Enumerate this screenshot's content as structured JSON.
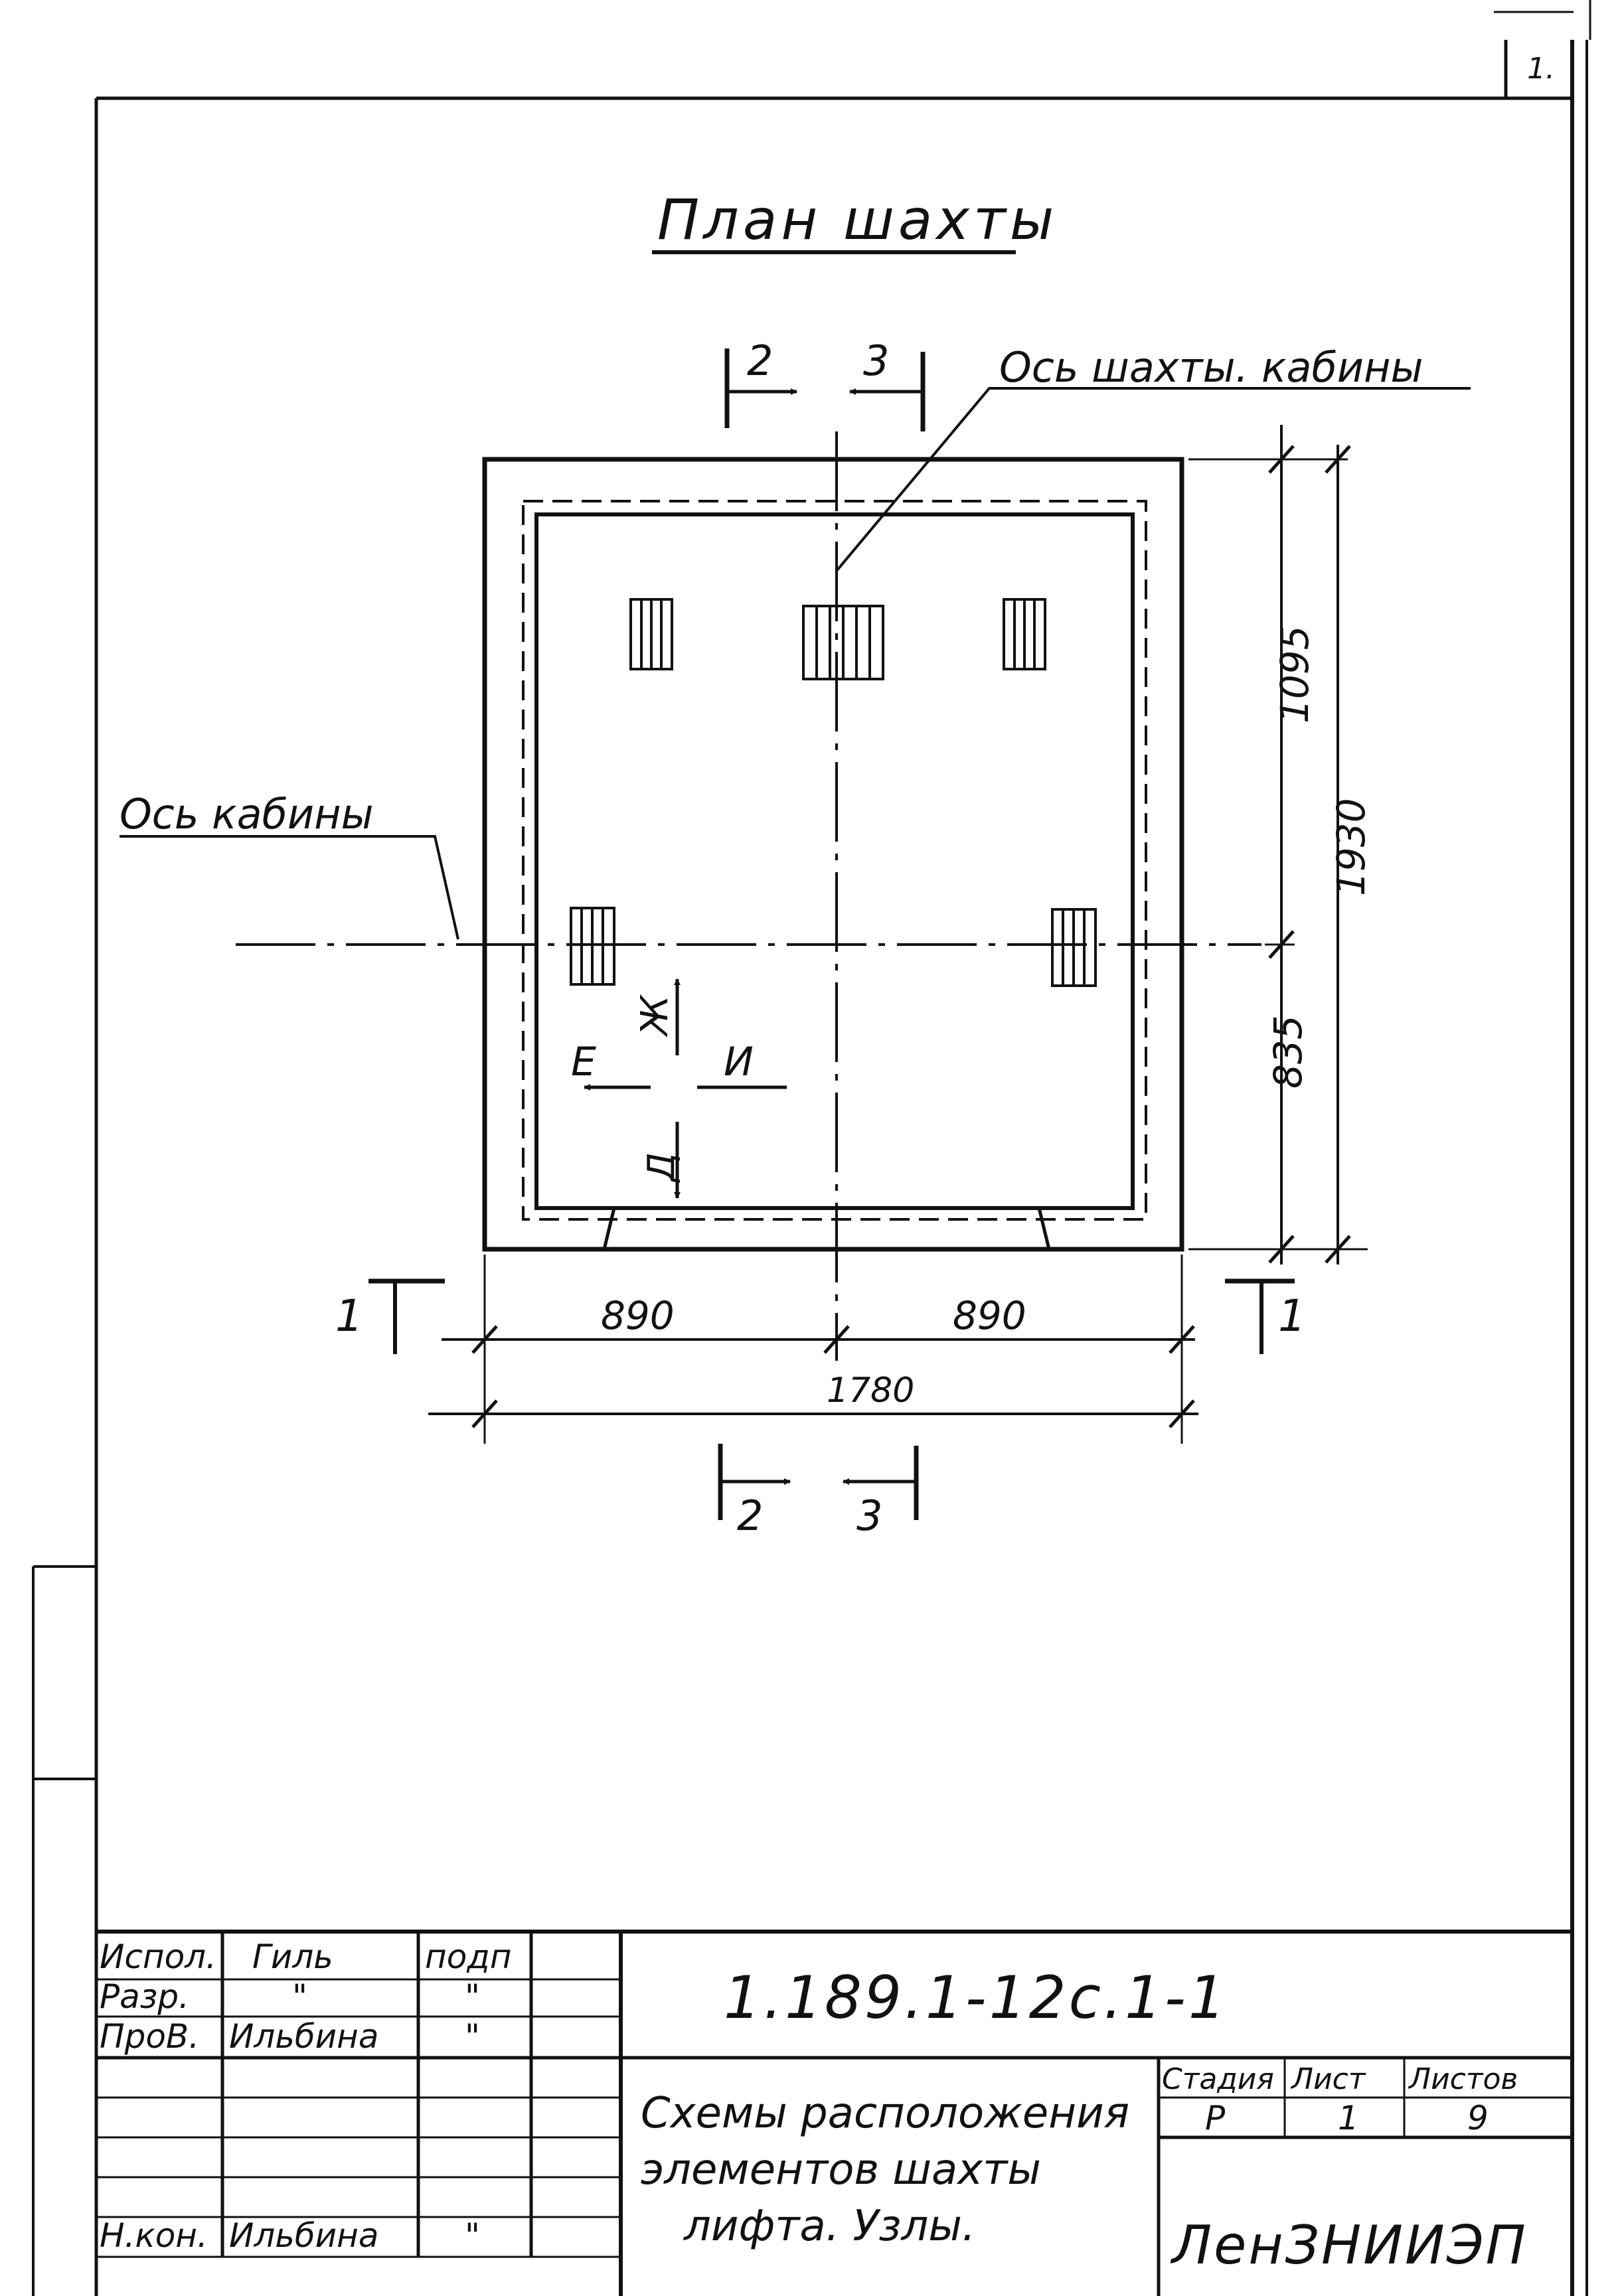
{
  "title": "План шахты",
  "sheet_mark": "1.",
  "labels": {
    "shaft_cabin_axis": "Ось шахты. кабины",
    "cabin_axis": "Ось кабины",
    "section_1_left": "1",
    "section_1_right": "1",
    "section_2_top": "2",
    "section_3_top": "3",
    "section_2_bottom": "2",
    "section_3_bottom": "3",
    "view_E": "Е",
    "view_I": "И",
    "view_Zh": "Ж",
    "view_D": "Д"
  },
  "dimensions": {
    "upper_vertical": "1095",
    "total_vertical": "1930",
    "lower_vertical": "835",
    "left_horizontal": "890",
    "right_horizontal": "890",
    "total_horizontal": "1780"
  },
  "title_block": {
    "designation": "1.189.1-12с.1-1",
    "description": [
      "Схемы расположения",
      "элементов шахты",
      "лифта. Узлы."
    ],
    "organization": "ЛенЗНИИЭП",
    "headers": {
      "stage": "Стадия",
      "sheet": "Лист",
      "sheets": "Листов"
    },
    "values": {
      "stage": "Р",
      "sheet": "1",
      "sheets": "9"
    },
    "rows": [
      {
        "role": "Испол.",
        "name": "Гиль",
        "sign": "подп"
      },
      {
        "role": "Разр.",
        "name": "\"",
        "sign": "\""
      },
      {
        "role": "ПроВ.",
        "name": "Ильбина",
        "sign": "\""
      },
      {
        "role": "",
        "name": "",
        "sign": ""
      },
      {
        "role": "",
        "name": "",
        "sign": ""
      },
      {
        "role": "",
        "name": "",
        "sign": ""
      },
      {
        "role": "Н.кон.",
        "name": "Ильбина",
        "sign": "\""
      }
    ]
  }
}
